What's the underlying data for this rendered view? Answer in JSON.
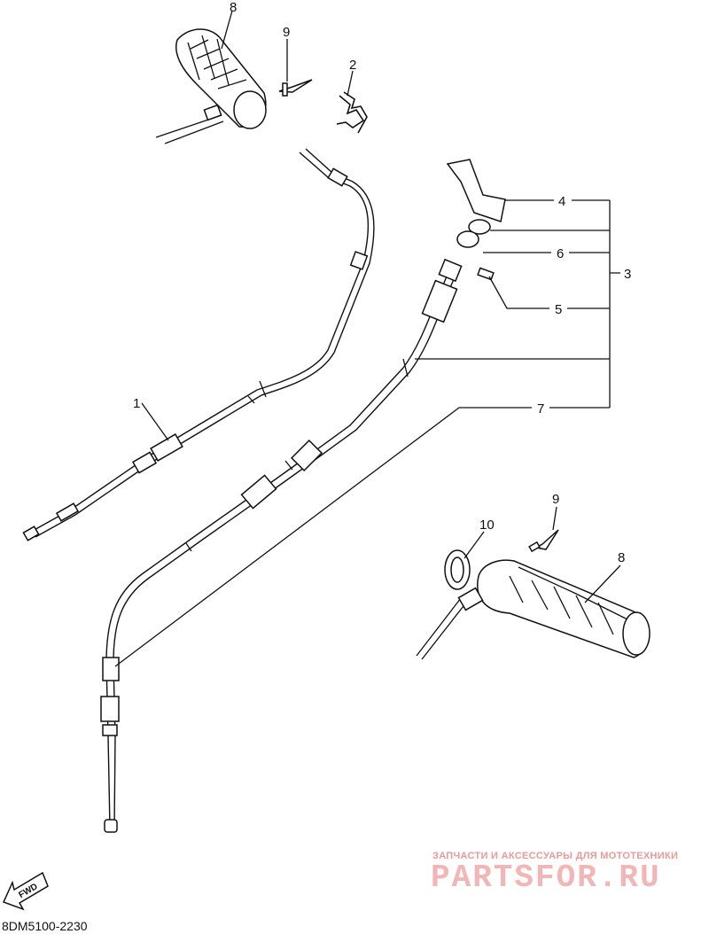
{
  "diagram": {
    "callouts": {
      "c1": "1",
      "c2": "2",
      "c3": "3",
      "c4": "4",
      "c5": "5",
      "c6": "6",
      "c7": "7",
      "c8_top": "8",
      "c8_bottom": "8",
      "c9_top": "9",
      "c9_bottom": "9",
      "c10": "10"
    },
    "fwd_label": "FWD",
    "drawing_code": "8DM5100-2230"
  },
  "watermark": {
    "tagline": "ЗАПЧАСТИ И АКСЕССУАРЫ ДЛЯ МОТОТЕХНИКИ",
    "brand": "PARTSFOR.RU",
    "color": "#f2b6b6"
  }
}
